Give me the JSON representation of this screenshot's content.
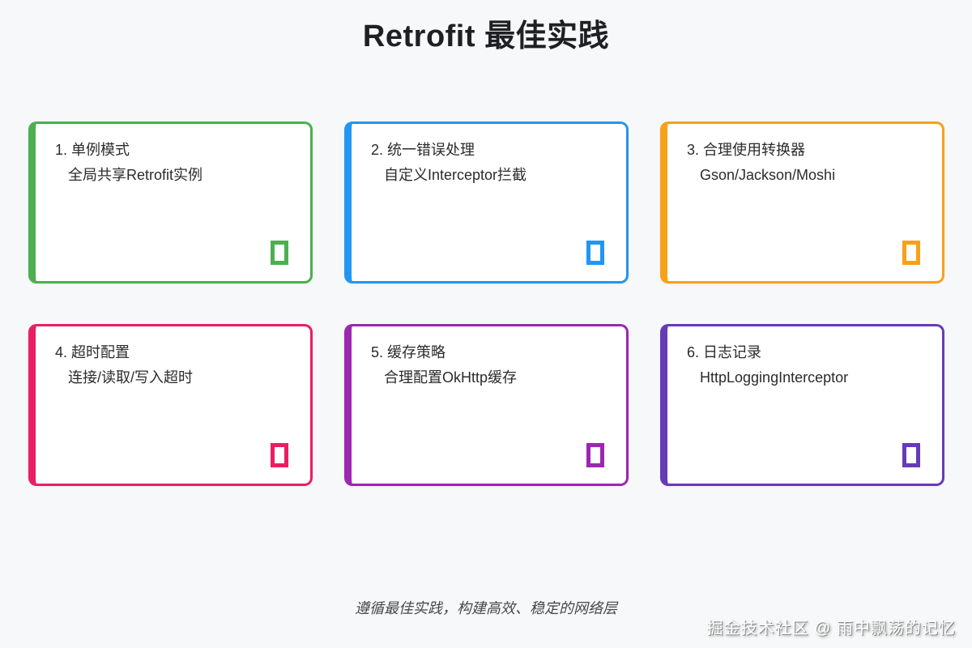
{
  "page": {
    "title": "Retrofit 最佳实践",
    "footer": "遵循最佳实践，构建高效、稳定的网络层",
    "watermark": "掘金技术社区 @ 雨中飘荡的记忆",
    "background_color": "#F7F8FA"
  },
  "cards": [
    {
      "heading": "1. 单例模式",
      "subtitle": "全局共享Retrofit实例",
      "color": "#4CAF50"
    },
    {
      "heading": "2. 统一错误处理",
      "subtitle": "自定义Interceptor拦截",
      "color": "#2196F3"
    },
    {
      "heading": "3. 合理使用转换器",
      "subtitle": "Gson/Jackson/Moshi",
      "color": "#F7A11B"
    },
    {
      "heading": "4. 超时配置",
      "subtitle": "连接/读取/写入超时",
      "color": "#E91E63"
    },
    {
      "heading": "5. 缓存策略",
      "subtitle": "合理配置OkHttp缓存",
      "color": "#9C27B0"
    },
    {
      "heading": "6. 日志记录",
      "subtitle": "HttpLoggingInterceptor",
      "color": "#673AB7"
    }
  ]
}
